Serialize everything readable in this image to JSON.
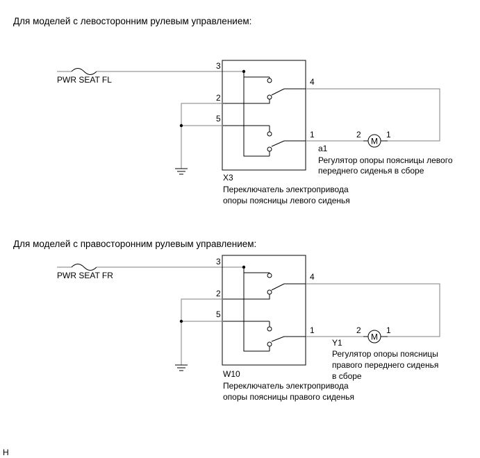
{
  "section_lhd": {
    "heading": "Для моделей с левосторонним рулевым управлением:",
    "fuse_label": "PWR SEAT FL",
    "pin3": "3",
    "pin2": "2",
    "pin5": "5",
    "pin4": "4",
    "pin1": "1",
    "switch_code": "X3",
    "switch_name_line1": "Переключатель электропривода",
    "switch_name_line2": "опоры поясницы левого сиденья",
    "motor_code": "a1",
    "motor_pin2": "2",
    "motor_pin1": "1",
    "motor_symbol": "M",
    "motor_name_line1": "Регулятор опоры поясницы левого",
    "motor_name_line2": "переднего сиденья в сборе"
  },
  "section_rhd": {
    "heading": "Для моделей с правосторонним рулевым управлением:",
    "fuse_label": "PWR SEAT FR",
    "pin3": "3",
    "pin2": "2",
    "pin5": "5",
    "pin4": "4",
    "pin1": "1",
    "switch_code": "W10",
    "switch_name_line1": "Переключатель электропривода",
    "switch_name_line2": "опоры поясницы правого сиденья",
    "motor_code": "Y1",
    "motor_pin2": "2",
    "motor_pin1": "1",
    "motor_symbol": "M",
    "motor_name_line1": "Регулятор опоры поясницы",
    "motor_name_line2": "правого переднего сиденья",
    "motor_name_line3": "в сборе"
  },
  "footer_code": "H"
}
